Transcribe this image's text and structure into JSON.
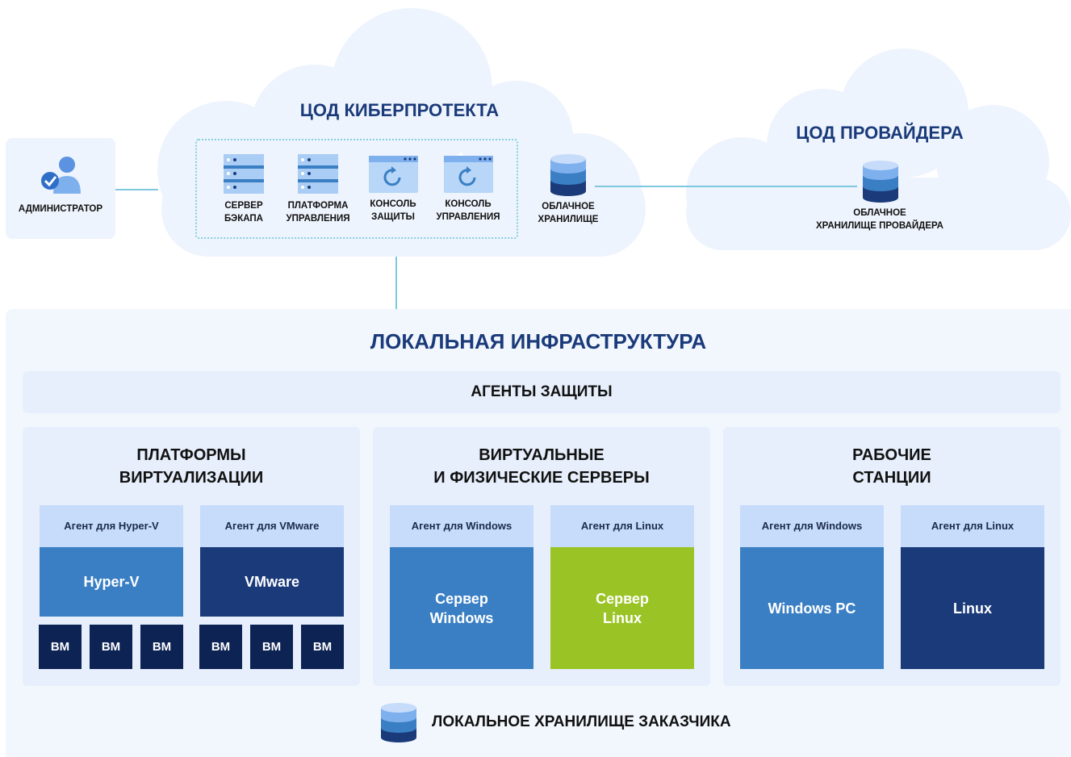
{
  "admin": {
    "label": "АДМИНИСТРАТОР"
  },
  "cyber_dc": {
    "title": "ЦОД КИБЕРПРОТЕКТА",
    "items": [
      {
        "label": "СЕРВЕР\nБЭКАПА",
        "icon": "server-icon"
      },
      {
        "label": "ПЛАТФОРМА\nУПРАВЛЕНИЯ",
        "icon": "server-icon"
      },
      {
        "label": "КОНСОЛЬ\nЗАЩИТЫ",
        "icon": "console-window-icon"
      },
      {
        "label": "КОНСОЛЬ\nУПРАВЛЕНИЯ",
        "icon": "console-window-icon"
      }
    ],
    "storage_label": "ОБЛАЧНОЕ\nХРАНИЛИЩЕ"
  },
  "provider_dc": {
    "title": "ЦОД ПРОВАЙДЕРА",
    "storage_label": "ОБЛАЧНОЕ\nХРАНИЛИЩЕ ПРОВАЙДЕРА"
  },
  "local": {
    "title": "ЛОКАЛЬНАЯ ИНФРАСТРУКТУРА",
    "agents_bar": "АГЕНТЫ ЗАЩИТЫ",
    "groups": [
      {
        "title": "ПЛАТФОРМЫ\nВИРТУАЛИЗАЦИИ",
        "columns": [
          {
            "agent": "Агент для Hyper-V",
            "name": "Hyper-V",
            "vms": [
              "ВМ",
              "ВМ",
              "ВМ"
            ]
          },
          {
            "agent": "Агент для VMware",
            "name": "VMware",
            "vms": [
              "ВМ",
              "ВМ",
              "ВМ"
            ]
          }
        ]
      },
      {
        "title": "ВИРТУАЛЬНЫЕ\nИ ФИЗИЧЕСКИЕ СЕРВЕРЫ",
        "columns": [
          {
            "agent": "Агент для Windows",
            "name": "Сервер\nWindows"
          },
          {
            "agent": "Агент для Linux",
            "name": "Сервер\nLinux"
          }
        ]
      },
      {
        "title": "РАБОЧИЕ\nСТАНЦИИ",
        "columns": [
          {
            "agent": "Агент для Windows",
            "name": "Windows PC"
          },
          {
            "agent": "Агент для Linux",
            "name": "Linux"
          }
        ]
      }
    ],
    "storage_label": "ЛОКАЛЬНОЕ ХРАНИЛИЩЕ ЗАКАЗЧИКА"
  },
  "colors": {
    "navy_title": "#1a3a7a",
    "mid_blue": "#3a7fc4",
    "dark_navy": "#1a3a7a",
    "vm_navy": "#0d2354",
    "green": "#9ac425",
    "agent_light": "#c6dcfa",
    "panel": "#e7effc",
    "cloud": "#eef4fd",
    "connector": "#7ec8de"
  }
}
